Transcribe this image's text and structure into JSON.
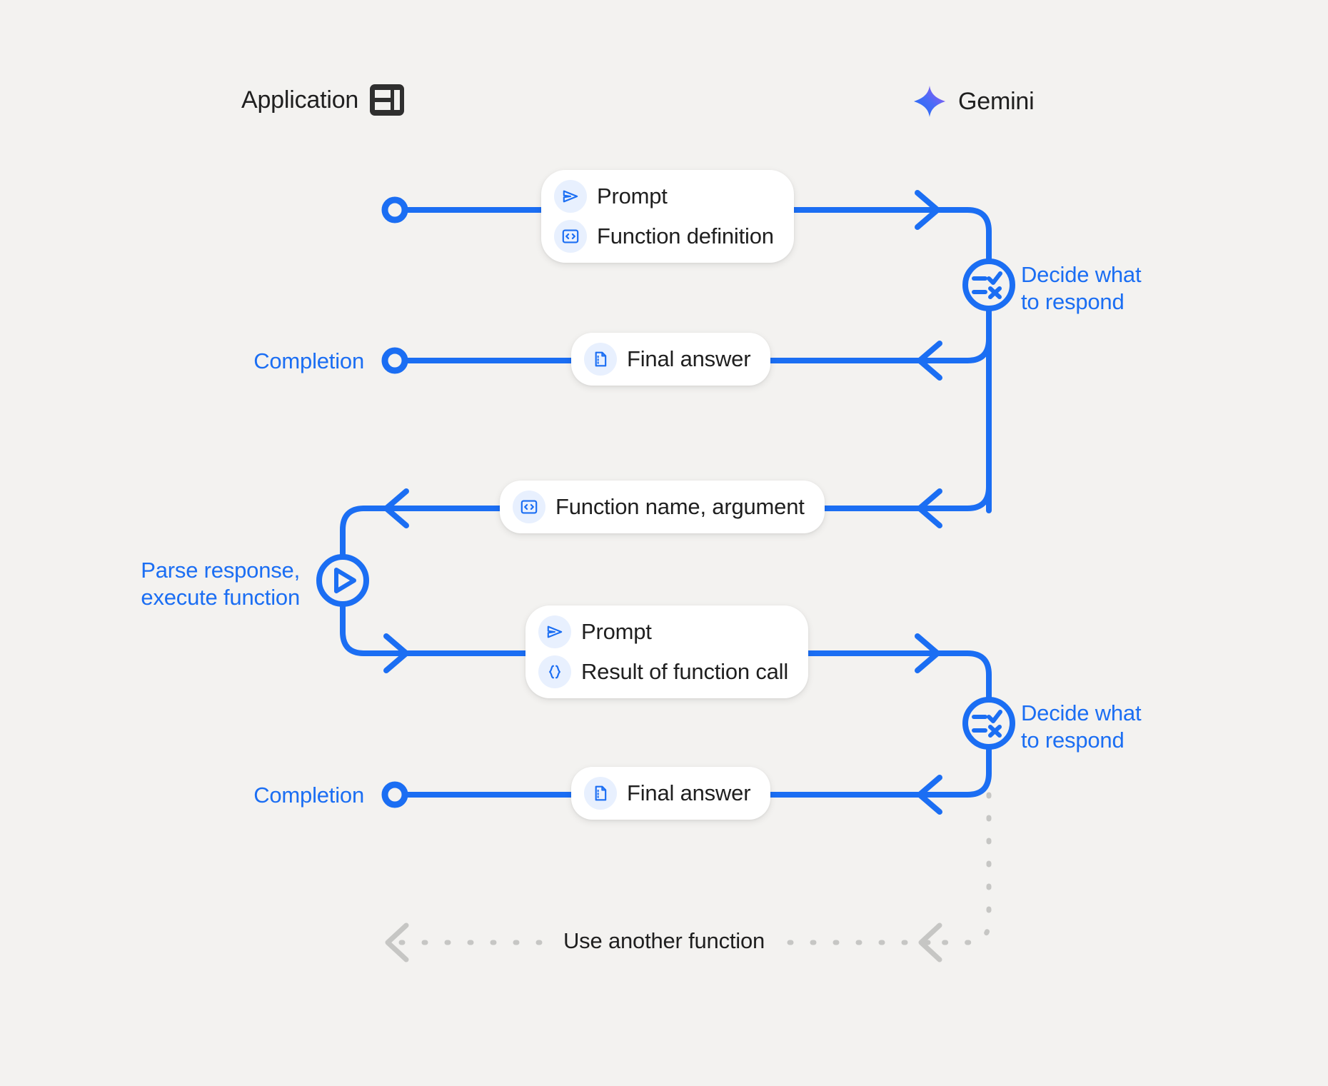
{
  "diagram": {
    "title": "Gemini function calling sequence",
    "background_color": "#f3f2f0",
    "accent_color": "#1b6ef3",
    "icon_bg_color": "#e8f0fe",
    "lifeline_color": "#c6c6c4",
    "text_color": "#1f1f1f"
  },
  "lanes": [
    {
      "id": "application",
      "label": "Application",
      "icon": "app-layout-icon"
    },
    {
      "id": "gemini",
      "label": "Gemini",
      "icon": "gemini-sparkle-icon"
    }
  ],
  "messages": [
    {
      "id": "request-1",
      "direction": "app-to-gemini",
      "items": [
        {
          "label": "Prompt",
          "icon": "send-icon"
        },
        {
          "label": "Function definition",
          "icon": "code-brackets-icon"
        }
      ]
    },
    {
      "id": "final-answer-1",
      "direction": "gemini-to-app",
      "items": [
        {
          "label": "Final answer",
          "icon": "document-icon"
        }
      ]
    },
    {
      "id": "function-call",
      "direction": "gemini-to-app",
      "items": [
        {
          "label": "Function name,  argument",
          "icon": "code-brackets-icon"
        }
      ]
    },
    {
      "id": "request-2",
      "direction": "app-to-gemini",
      "items": [
        {
          "label": "Prompt",
          "icon": "send-icon"
        },
        {
          "label": "Result of function call",
          "icon": "curly-braces-icon"
        }
      ]
    },
    {
      "id": "final-answer-2",
      "direction": "gemini-to-app",
      "items": [
        {
          "label": "Final answer",
          "icon": "document-icon"
        }
      ]
    }
  ],
  "nodes": {
    "completion_1": "Completion",
    "completion_2": "Completion",
    "decide_1": "Decide what\nto respond",
    "decide_2": "Decide what\nto respond",
    "parse": "Parse response,\nexecute function"
  },
  "loop": {
    "label": "Use another function",
    "style": "dashed",
    "color": "#c6c6c4"
  },
  "node_icons": {
    "decide": "checklist-decide-icon",
    "parse": "play-icon",
    "completion": "ring-node-icon"
  }
}
